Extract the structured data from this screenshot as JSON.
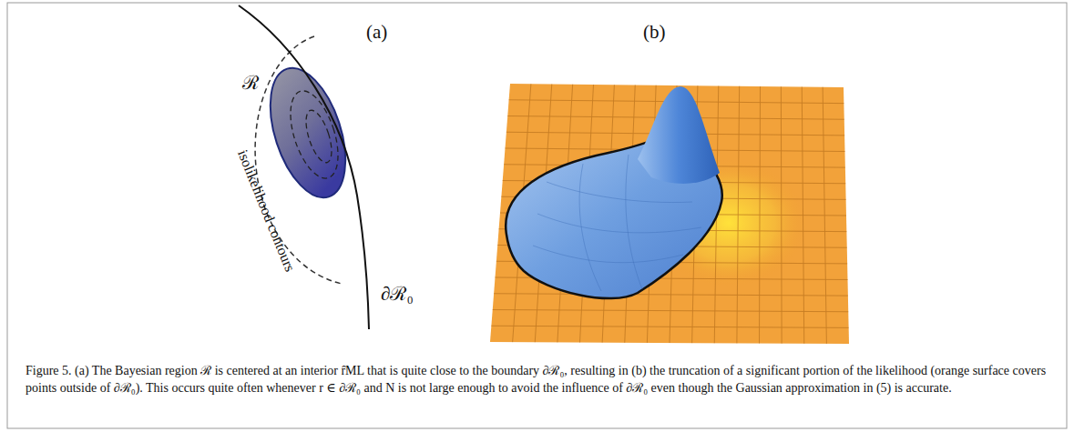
{
  "diagram": {
    "caption": "Figure 5. (a) The Bayesian region ℛ is centered at an interior r̂ML that is quite close to the boundary ∂ℛ₀, resulting in (b) the truncation of a significant portion of the likelihood (orange surface covers points outside of ∂ℛ₀). This occurs quite often whenever r ∈ ∂ℛ₀ and N is not large enough to avoid the influence of ∂ℛ₀ even though the Gaussian approximation in (5) is accurate.",
    "labels": [
      "(a)",
      "(b)",
      "ℛ",
      "isolikelihood contours",
      "∂ℛ₀"
    ]
  }
}
